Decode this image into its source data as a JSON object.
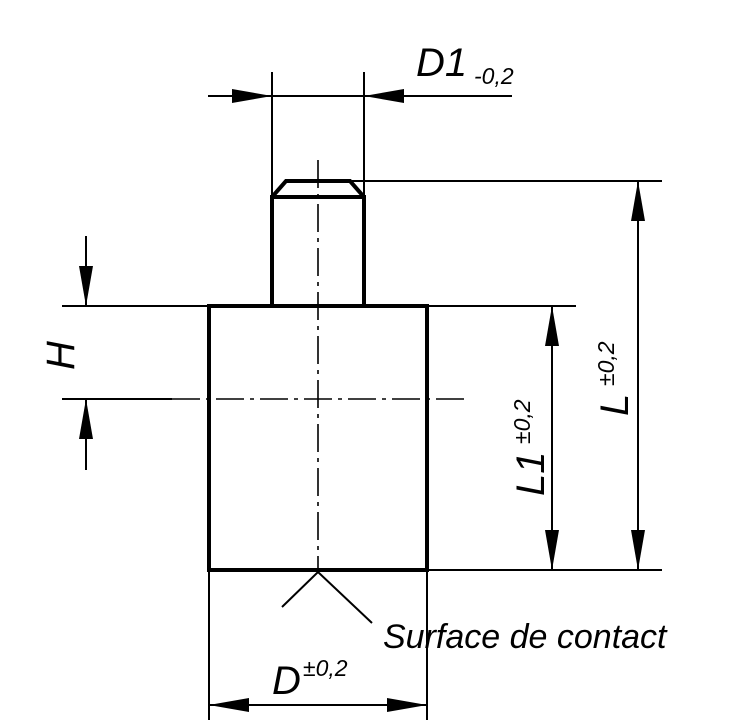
{
  "dimensions": {
    "D1": {
      "symbol": "D1",
      "tolerance": "-0,2"
    },
    "D": {
      "symbol": "D",
      "tolerance": "±0,2"
    },
    "L": {
      "symbol": "L",
      "tolerance": "±0,2"
    },
    "L1": {
      "symbol": "L1",
      "tolerance": "±0,2"
    },
    "H": {
      "symbol": "H"
    }
  },
  "callout": {
    "text": "Surface de contact"
  }
}
